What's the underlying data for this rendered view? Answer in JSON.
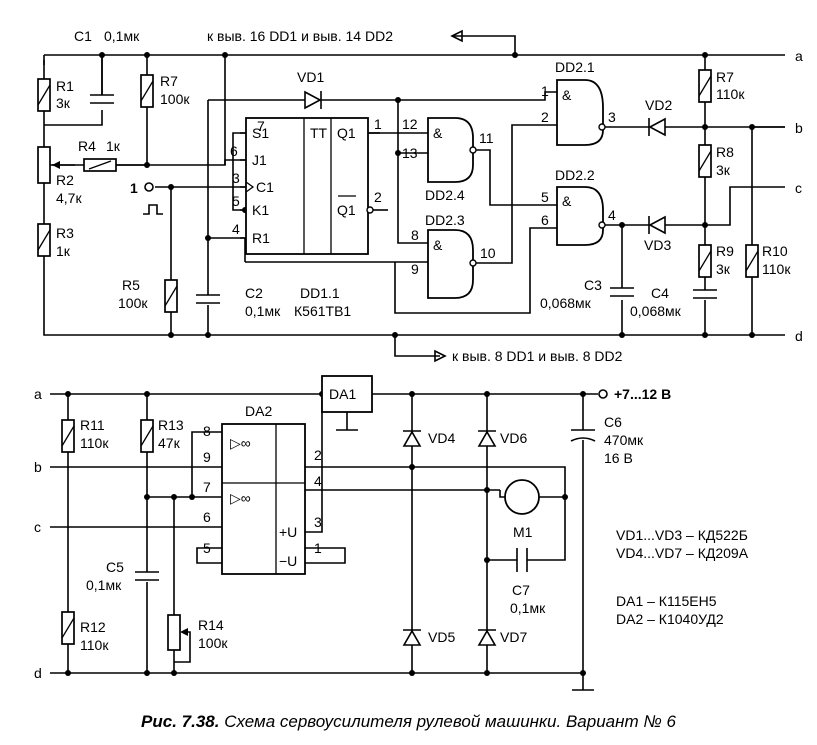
{
  "rails": {
    "a": "a",
    "b": "b",
    "c": "c",
    "d": "d",
    "a2": "a",
    "b2": "b",
    "c2": "c",
    "d2": "d",
    "supply_note": "к выв. 16 DD1 и выв. 14 DD2",
    "ground_note": "к выв. 8 DD1 и выв. 8 DD2",
    "power": "+7...12 В"
  },
  "parts": {
    "R1": [
      "R1",
      "3к"
    ],
    "R2": [
      "R2",
      "4,7к"
    ],
    "R3": [
      "R3",
      "1к"
    ],
    "R4": [
      "R4",
      "1к"
    ],
    "R5": [
      "R5",
      "100к"
    ],
    "R7a": [
      "R7",
      "100к"
    ],
    "R7b": [
      "R7",
      "110к"
    ],
    "R8": [
      "R8",
      "3к"
    ],
    "R9": [
      "R9",
      "3к"
    ],
    "R10": [
      "R10",
      "110к"
    ],
    "R11": [
      "R11",
      "110к"
    ],
    "R12": [
      "R12",
      "110к"
    ],
    "R13": [
      "R13",
      "47к"
    ],
    "R14": [
      "R14",
      "100к"
    ],
    "C1": [
      "C1",
      "0,1мк"
    ],
    "C2": [
      "C2",
      "0,1мк"
    ],
    "C3": [
      "C3",
      "0,068мк"
    ],
    "C4": [
      "C4",
      "0,068мк"
    ],
    "C5": [
      "C5",
      "0,1мк"
    ],
    "C6": [
      "C6",
      "470мк",
      "16 В"
    ],
    "C7": [
      "C7",
      "0,1мк"
    ],
    "VD1": "VD1",
    "VD2": "VD2",
    "VD3": "VD3",
    "VD4": "VD4",
    "VD5": "VD5",
    "VD6": "VD6",
    "VD7": "VD7",
    "M1": "M1",
    "DA1": "DA1",
    "DA2": "DA2"
  },
  "dd1": {
    "name": "DD1.1",
    "type": "К561ТВ1",
    "func": "TT",
    "pins_in": [
      "S1",
      "J1",
      "C1",
      "K1",
      "R1"
    ],
    "pins_out": [
      "Q1",
      "Q1"
    ],
    "pin_nums": [
      "7",
      "6",
      "3",
      "5",
      "4",
      "1",
      "2"
    ]
  },
  "gates": {
    "dd21": [
      "DD2.1",
      "&",
      "1",
      "2",
      "3"
    ],
    "dd22": [
      "DD2.2",
      "&",
      "5",
      "6",
      "4"
    ],
    "dd23": [
      "DD2.3",
      "&",
      "8",
      "9",
      "10"
    ],
    "dd24": [
      "DD2.4",
      "&",
      "12",
      "13",
      "11"
    ]
  },
  "da2": {
    "sym1": "▷∞",
    "sym2": "▷∞",
    "pins": [
      "8",
      "9",
      "7",
      "6",
      "5",
      "2",
      "4",
      "3",
      "1"
    ],
    "pw": [
      "+U",
      "−U"
    ]
  },
  "input": {
    "num": "1",
    "pulse": "⎍"
  },
  "legend": [
    "VD1...VD3 – КД522Б",
    "VD4...VD7 – КД209А",
    "DA1 – К115ЕН5",
    "DA2 – К1040УД2"
  ],
  "caption": {
    "label": "Рис. 7.38.",
    "text": "Схема сервоусилителя рулевой машинки. Вариант № 6"
  }
}
